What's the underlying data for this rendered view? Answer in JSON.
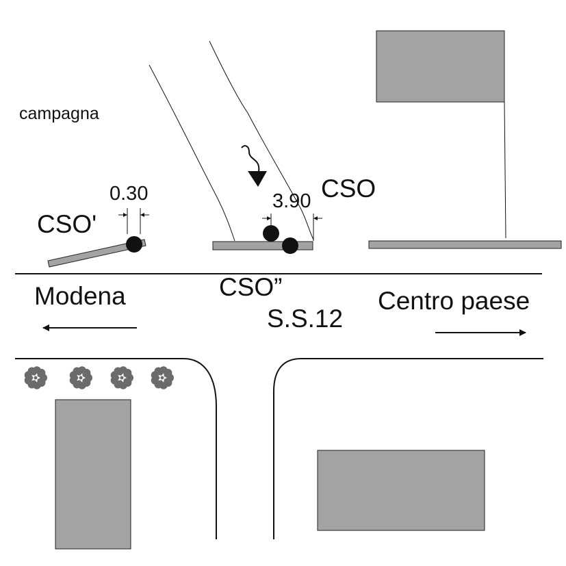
{
  "labels": {
    "campagna": "campagna",
    "cso": "CSO",
    "cso_prime": "CSO'",
    "cso_double_prime": "CSO”",
    "road": "S.S.12",
    "left_direction": "Modena",
    "right_direction": "Centro paese"
  },
  "measurements": {
    "gap_left": "0.30",
    "gap_middle": "3.90"
  },
  "colors": {
    "building_fill": "#a3a3a3",
    "outline": "#111111",
    "vehicle": "#111111",
    "tree": "#6b6b6b",
    "background": "#ffffff"
  },
  "icons": {
    "trees": [
      "tree-icon",
      "tree-icon",
      "tree-icon",
      "tree-icon"
    ],
    "vehicles": [
      "vehicle-marker",
      "vehicle-marker",
      "vehicle-marker"
    ]
  }
}
